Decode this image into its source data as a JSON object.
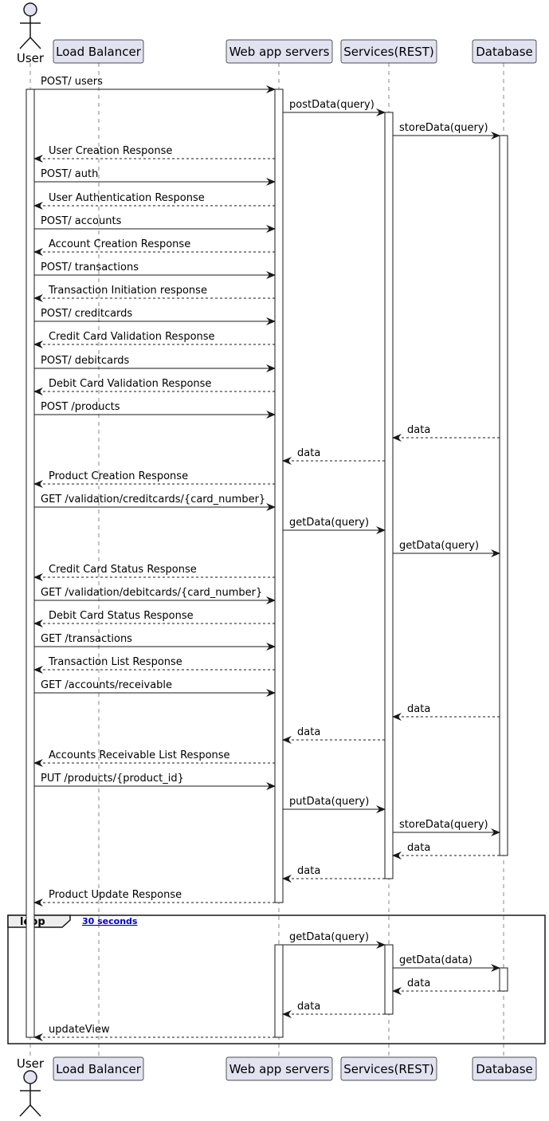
{
  "participants": [
    {
      "id": "user",
      "label": "User",
      "kind": "actor"
    },
    {
      "id": "lb",
      "label": "Load Balancer",
      "kind": "box"
    },
    {
      "id": "web",
      "label": "Web app servers",
      "kind": "box"
    },
    {
      "id": "svc",
      "label": "Services(REST)",
      "kind": "box"
    },
    {
      "id": "db",
      "label": "Database",
      "kind": "box"
    }
  ],
  "messages": [
    {
      "from": "user",
      "to": "web",
      "label": "POST/ users",
      "type": "sync"
    },
    {
      "from": "web",
      "to": "svc",
      "label": "postData(query)",
      "type": "sync"
    },
    {
      "from": "svc",
      "to": "db",
      "label": "storeData(query)",
      "type": "sync"
    },
    {
      "from": "web",
      "to": "user",
      "label": "User Creation Response",
      "type": "reply"
    },
    {
      "from": "user",
      "to": "web",
      "label": "POST/ auth",
      "type": "sync"
    },
    {
      "from": "web",
      "to": "user",
      "label": "User Authentication Response",
      "type": "reply"
    },
    {
      "from": "user",
      "to": "web",
      "label": "POST/ accounts",
      "type": "sync"
    },
    {
      "from": "web",
      "to": "user",
      "label": "Account Creation Response",
      "type": "reply"
    },
    {
      "from": "user",
      "to": "web",
      "label": "POST/ transactions",
      "type": "sync"
    },
    {
      "from": "web",
      "to": "user",
      "label": "Transaction Initiation response",
      "type": "reply"
    },
    {
      "from": "user",
      "to": "web",
      "label": "POST/ creditcards",
      "type": "sync"
    },
    {
      "from": "web",
      "to": "user",
      "label": "Credit Card Validation Response",
      "type": "reply"
    },
    {
      "from": "user",
      "to": "web",
      "label": "POST/ debitcards",
      "type": "sync"
    },
    {
      "from": "web",
      "to": "user",
      "label": "Debit Card Validation Response",
      "type": "reply"
    },
    {
      "from": "user",
      "to": "web",
      "label": "POST /products",
      "type": "sync"
    },
    {
      "from": "db",
      "to": "svc",
      "label": "data",
      "type": "reply"
    },
    {
      "from": "svc",
      "to": "web",
      "label": "data",
      "type": "reply"
    },
    {
      "from": "web",
      "to": "user",
      "label": "Product Creation Response",
      "type": "reply"
    },
    {
      "from": "user",
      "to": "web",
      "label": "GET /validation/creditcards/{card_number}",
      "type": "sync"
    },
    {
      "from": "web",
      "to": "svc",
      "label": "getData(query)",
      "type": "sync"
    },
    {
      "from": "svc",
      "to": "db",
      "label": "getData(query)",
      "type": "sync"
    },
    {
      "from": "web",
      "to": "user",
      "label": "Credit Card Status Response",
      "type": "reply"
    },
    {
      "from": "user",
      "to": "web",
      "label": "GET /validation/debitcards/{card_number}",
      "type": "sync"
    },
    {
      "from": "web",
      "to": "user",
      "label": "Debit Card Status Response",
      "type": "reply"
    },
    {
      "from": "user",
      "to": "web",
      "label": "GET /transactions",
      "type": "sync"
    },
    {
      "from": "web",
      "to": "user",
      "label": "Transaction List Response",
      "type": "reply"
    },
    {
      "from": "user",
      "to": "web",
      "label": "GET /accounts/receivable",
      "type": "sync"
    },
    {
      "from": "db",
      "to": "svc",
      "label": "data",
      "type": "reply"
    },
    {
      "from": "svc",
      "to": "web",
      "label": "data",
      "type": "reply"
    },
    {
      "from": "web",
      "to": "user",
      "label": "Accounts Receivable List Response",
      "type": "reply"
    },
    {
      "from": "user",
      "to": "web",
      "label": "PUT /products/{product_id}",
      "type": "sync"
    },
    {
      "from": "web",
      "to": "svc",
      "label": "putData(query)",
      "type": "sync"
    },
    {
      "from": "svc",
      "to": "db",
      "label": "storeData(query)",
      "type": "sync"
    },
    {
      "from": "db",
      "to": "svc",
      "label": "data",
      "type": "reply"
    },
    {
      "from": "svc",
      "to": "web",
      "label": "data",
      "type": "reply"
    },
    {
      "from": "web",
      "to": "user",
      "label": "Product Update Response",
      "type": "reply"
    },
    {
      "from": "web",
      "to": "svc",
      "label": "getData(query)",
      "type": "sync"
    },
    {
      "from": "svc",
      "to": "db",
      "label": "getData(data)",
      "type": "sync"
    },
    {
      "from": "db",
      "to": "svc",
      "label": "data",
      "type": "reply"
    },
    {
      "from": "svc",
      "to": "web",
      "label": "data",
      "type": "reply"
    },
    {
      "from": "web",
      "to": "user",
      "label": "updateView",
      "type": "reply"
    }
  ],
  "loop": {
    "keyword": "loop",
    "condition": "30 seconds"
  },
  "colors": {
    "participant_fill": "#e2e2f0",
    "participant_stroke": "#181818",
    "lifeline": "#8a8a8a",
    "activation_fill": "#ffffff",
    "arrow": "#181818",
    "loop_condition": "#0000cc"
  }
}
